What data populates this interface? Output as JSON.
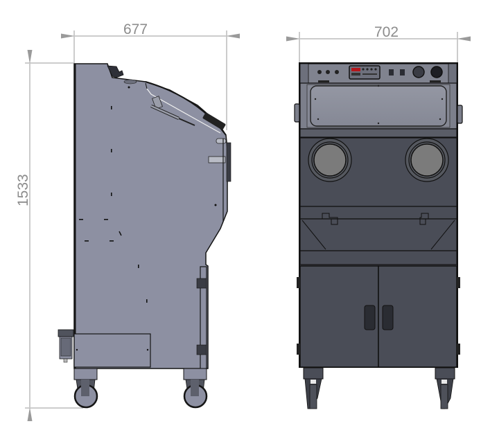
{
  "drawing": {
    "type": "technical-drawing",
    "views": [
      "side-view",
      "front-view"
    ]
  },
  "dimensions": {
    "side_depth": "677",
    "front_width": "702",
    "height": "1533"
  },
  "colors": {
    "side_body": "#8d90a2",
    "front_body": "#4a4d57",
    "front_panel_light": "#8e919c",
    "dimension_line": "#9a9a9a",
    "dimension_text": "#8c8c8c",
    "outline": "#151515",
    "display_red": "#b3161b"
  }
}
